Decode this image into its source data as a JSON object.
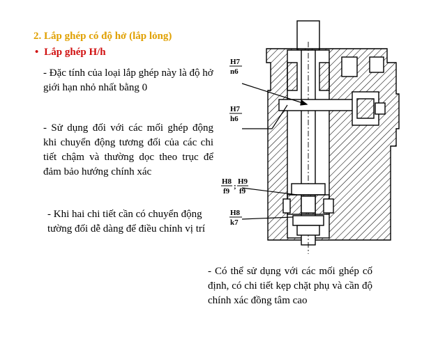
{
  "heading": "2. Lắp ghép có độ hở (lắp lỏng)",
  "subheading": {
    "bullet": "•",
    "text": "Lắp ghép H/h"
  },
  "paragraphs": {
    "p1": "- Đặc tính của loại lắp ghép này là độ hở giới hạn nhỏ nhất bằng 0",
    "p2": "- Sử dụng đối với các mối ghép động khi chuyển động tương đối của các chi tiết chậm và thường dọc theo trục để đảm bảo hướng chính xác",
    "p3": "- Khi hai chi tiết cần có chuyển động tường đối dễ dàng để điều chỉnh vị trí",
    "p4": "- Có thể sử dụng với các mối ghép cố định, có chi tiết kẹp chặt phụ và cần độ chính xác đồng tâm cao"
  },
  "drawing_labels": {
    "l1_num": "H7",
    "l1_den": "n6",
    "l2_num": "H7",
    "l2_den": "h6",
    "l3_num_a": "H8",
    "l3_den_a": "f9",
    "l3_sep": ";",
    "l3_num_b": "H9",
    "l3_den_b": "f9",
    "l4_num": "H8",
    "l4_den": "k7"
  },
  "colors": {
    "heading": "#E0A000",
    "subheading": "#D01010",
    "text": "#000000"
  }
}
